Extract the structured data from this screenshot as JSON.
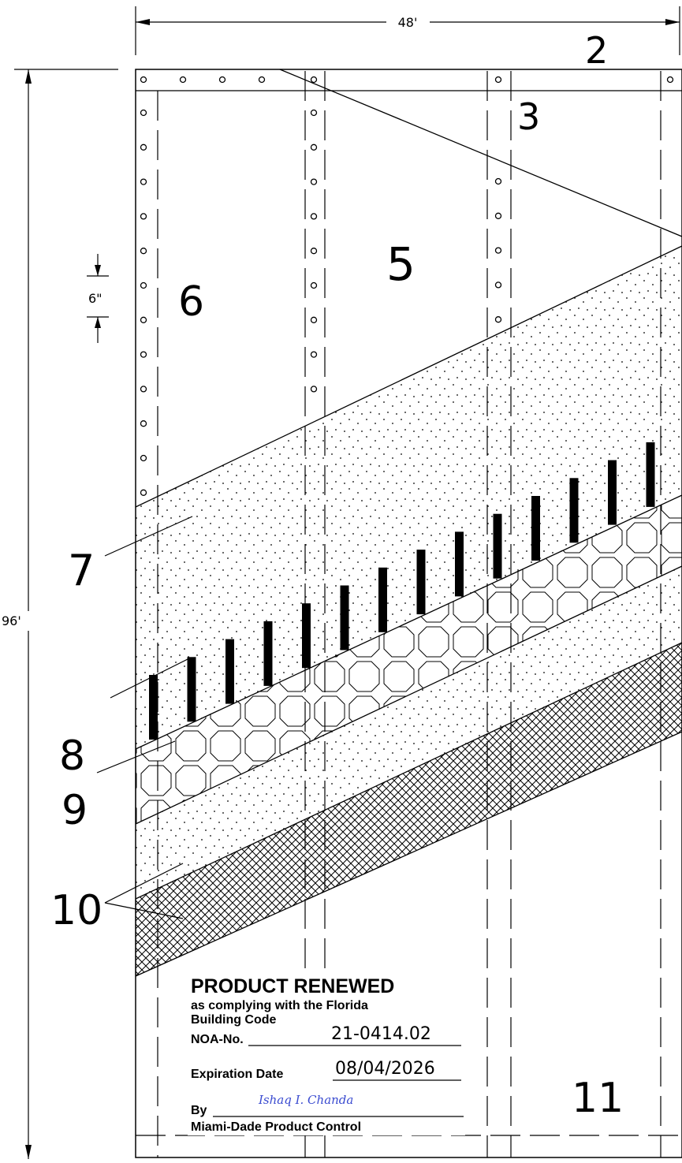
{
  "dimensions": {
    "width_label": "48'",
    "height_label": "96'",
    "spacing_label": "6\""
  },
  "callouts": [
    "2",
    "3",
    "5",
    "6",
    "7",
    "8",
    "9",
    "10",
    "11"
  ],
  "stamp": {
    "title": "PRODUCT RENEWED",
    "line1": "as complying with the Florida",
    "line2": "Building Code",
    "noa_label": "NOA-No.",
    "noa_value": "21-0414.02",
    "expiration_label": "Expiration Date",
    "expiration_value": "08/04/2026",
    "by_label": "By",
    "signature": "Ishaq I. Chanda",
    "authority": "Miami-Dade Product Control"
  },
  "colors": {
    "ink": "#000000",
    "signature": "#3a4bd0"
  }
}
